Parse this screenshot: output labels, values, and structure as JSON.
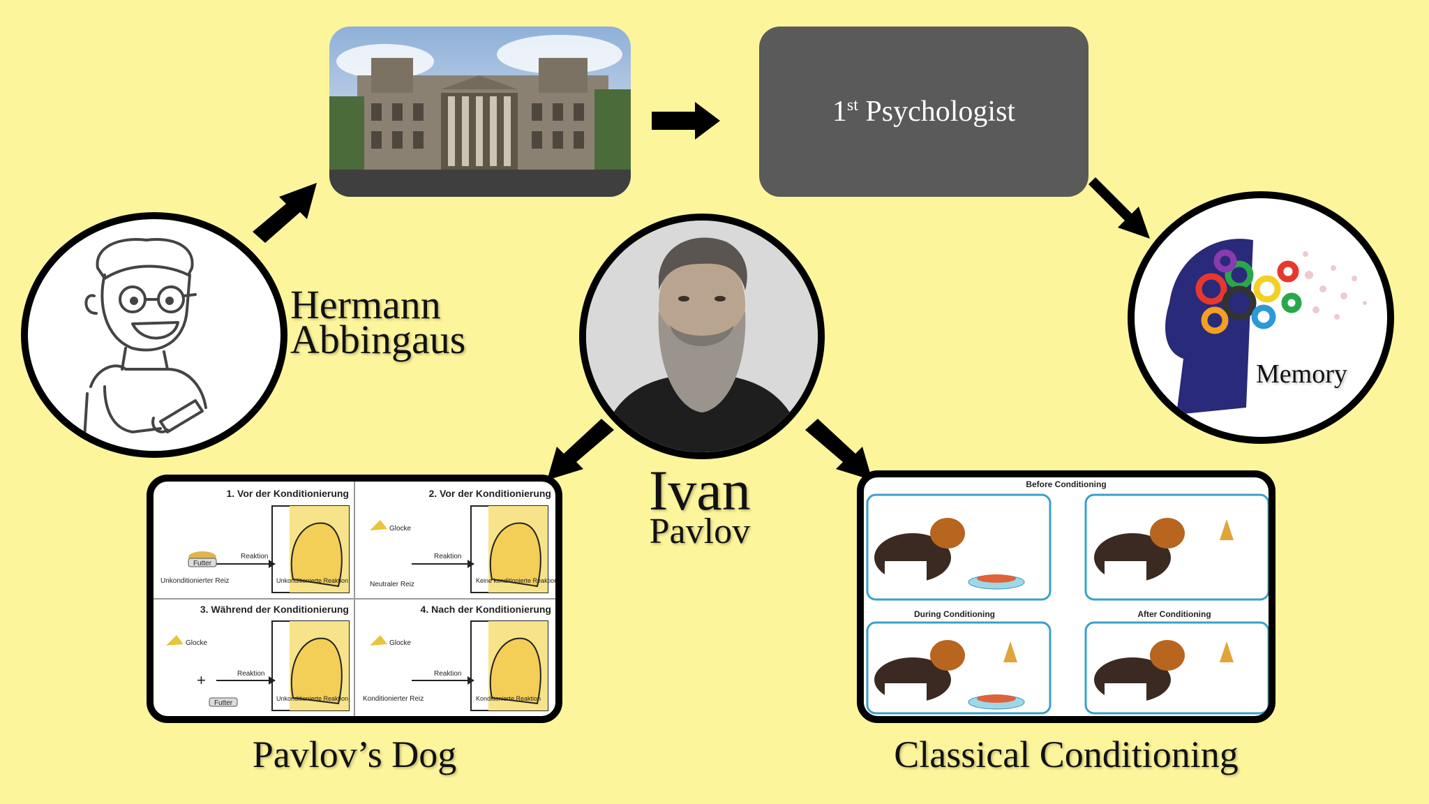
{
  "building_photo": {
    "description_icon": "reichstag-building-photo"
  },
  "psychologist_box": {
    "prefix": "1",
    "superscript": "st",
    "label": "Psychologist",
    "color": "#5a5a5a"
  },
  "hermann": {
    "line1": "Hermann",
    "line2": "Abbingaus"
  },
  "ivan": {
    "line1": "Ivan",
    "line2": "Pavlov"
  },
  "memory": {
    "label": "Memory"
  },
  "pavlov_dog": {
    "caption": "Pavlov’s Dog",
    "panels": [
      {
        "title": "1. Vor der Konditionierung",
        "left_top": "Reaktion",
        "stimulus": "Futter",
        "left_bottom": "Unkonditionierter Reiz",
        "right": "Unkonditionierte Reaktion"
      },
      {
        "title": "2. Vor der Konditionierung",
        "left_top": "Glocke",
        "stimulus": "Reaktion",
        "left_bottom": "Neutraler Reiz",
        "right": "Keine konditionierte Reaktion"
      },
      {
        "title": "3. Während der Konditionierung",
        "left_top": "Glocke",
        "stimulus": "Reaktion",
        "left_bottom": "Futter",
        "right": "Unkonditionierte Reaktion"
      },
      {
        "title": "4. Nach der Konditionierung",
        "left_top": "Glocke",
        "stimulus": "Reaktion",
        "left_bottom": "Konditionierter Reiz",
        "right": "Konditionierte Reaktion"
      }
    ]
  },
  "classical": {
    "caption": "Classical Conditioning",
    "panels": [
      {
        "title": "Before Conditioning"
      },
      {
        "title": ""
      },
      {
        "title": "During Conditioning"
      },
      {
        "title": "After Conditioning"
      }
    ]
  },
  "colors": {
    "background": "#fdf59b",
    "box": "#5a5a5a",
    "border": "#000000"
  }
}
